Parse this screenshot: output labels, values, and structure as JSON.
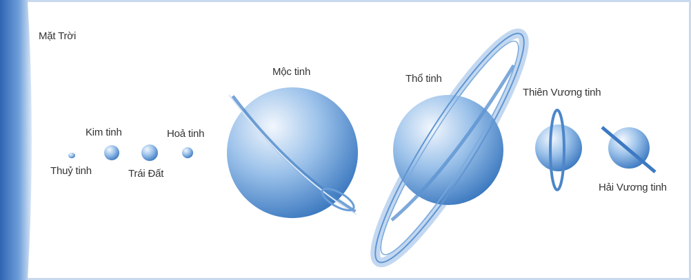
{
  "labels": {
    "sun": "Mặt Trời",
    "mercury": "Thuỷ tinh",
    "venus": "Kim tinh",
    "earth": "Trái Đất",
    "mars": "Hoả tinh",
    "jupiter": "Mộc tinh",
    "saturn": "Thổ tinh",
    "uranus": "Thiên Vương tinh",
    "neptune": "Hải Vương tinh"
  },
  "colors": {
    "planet_light": "#e8f1fb",
    "planet_mid": "#7fb0e0",
    "planet_dark": "#2f6fba",
    "sun_edge": "#3b73c4",
    "label_text": "#333333"
  }
}
